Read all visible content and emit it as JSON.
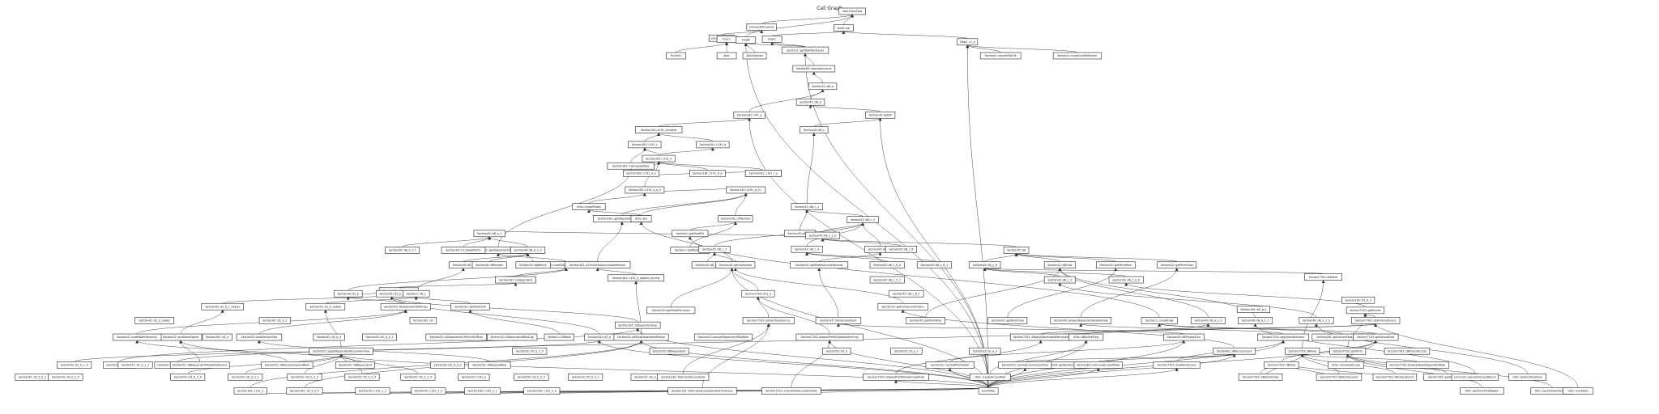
{
  "title": "Call Graph",
  "colors": {
    "edge": "#333333",
    "node_border": "#222222",
    "background": "#ffffff"
  },
  "nodes": [
    {
      "id": "n01",
      "label": "startCrossFlow"
    },
    {
      "id": "n02",
      "label": "startCore"
    },
    {
      "id": "n03",
      "label": "processToSuspend"
    },
    {
      "id": "n04",
      "label": "processResume"
    },
    {
      "id": "n05",
      "label": "Flow1_c1_a"
    },
    {
      "id": "n06",
      "label": "Func1"
    },
    {
      "id": "n07",
      "label": "FlowB"
    },
    {
      "id": "n08",
      "label": "FlowC"
    },
    {
      "id": "n09",
      "label": "Section1::getTaskAlertLevel"
    },
    {
      "id": "n10",
      "label": "Thread 1"
    },
    {
      "id": "n11",
      "label": "Alloc"
    },
    {
      "id": "n12",
      "label": "AllocSpecies"
    },
    {
      "id": "n13",
      "label": "Section1::convertToUnit"
    },
    {
      "id": "n14",
      "label": "Section1::countCoreToSection"
    },
    {
      "id": "n15",
      "label": "Section63::processIncome"
    },
    {
      "id": "n16",
      "label": "Section45::d8_a"
    },
    {
      "id": "n17",
      "label": "Section161::d71_a"
    },
    {
      "id": "n18",
      "label": "Section45::d8_b"
    },
    {
      "id": "n19",
      "label": "Section45::getd4"
    },
    {
      "id": "n20",
      "label": "Section45::d8_c"
    },
    {
      "id": "n21",
      "label": "Section161::c191_initialize"
    },
    {
      "id": "n22",
      "label": "Section161::c191_c"
    },
    {
      "id": "n23",
      "label": "Section161::c191_b"
    },
    {
      "id": "n24",
      "label": "Section161::c191_d"
    },
    {
      "id": "n25",
      "label": "Section161::hasCapabilities"
    },
    {
      "id": "n26",
      "label": "Section161::c191_d_a"
    },
    {
      "id": "n27",
      "label": "Section161::c191_d_b"
    },
    {
      "id": "n28",
      "label": "Section161::c191_d_c"
    },
    {
      "id": "n29",
      "label": "Section161::c191_f_a"
    },
    {
      "id": "n30",
      "label": "Section161::c191_d_a_0"
    },
    {
      "id": "n31",
      "label": "Utils::createMutex"
    },
    {
      "id": "n32",
      "label": "Section161::c191_d_0_f"
    },
    {
      "id": "n33",
      "label": "Section45::d8_c_1"
    },
    {
      "id": "n34",
      "label": "Section45::d8_b_1"
    },
    {
      "id": "n35",
      "label": "Section161::getAdjustedAccessLevel"
    },
    {
      "id": "n36",
      "label": "Utils::abs"
    },
    {
      "id": "n37",
      "label": "Section161::GMemory"
    },
    {
      "id": "n38",
      "label": "Section45::d8_c_2"
    },
    {
      "id": "n39",
      "label": "Section49::d8_a_1"
    },
    {
      "id": "n40",
      "label": "Section1::getRootFl0"
    },
    {
      "id": "n41",
      "label": "Section45::d8_c_2_0"
    },
    {
      "id": "n42",
      "label": "Section161::getDependentProvidLevel"
    },
    {
      "id": "n43",
      "label": "Section49::d8_b_1_f"
    },
    {
      "id": "n44",
      "label": "Section49::c2_baseEffects"
    },
    {
      "id": "n45",
      "label": "Section49::d8_b_1_0"
    },
    {
      "id": "n46",
      "label": "Section1::getRootFl0_b"
    },
    {
      "id": "n47",
      "label": "Section45::d8_c_3"
    },
    {
      "id": "n48",
      "label": "Section45::d8_c_4"
    },
    {
      "id": "n49",
      "label": "Section45::d8_c_5"
    },
    {
      "id": "n50",
      "label": "Section45::d8_c_6"
    },
    {
      "id": "n51",
      "label": "Section45::d8"
    },
    {
      "id": "n52",
      "label": "Section161::loadDependentReturnSeconds"
    },
    {
      "id": "n53",
      "label": "Section49::d8_b"
    },
    {
      "id": "n54",
      "label": "Section49::ifMember"
    },
    {
      "id": "n55",
      "label": "Section49::d8Return"
    },
    {
      "id": "n56",
      "label": "Section161::c191SectionAccessibleReturn"
    },
    {
      "id": "n57",
      "label": "Flow1::c7Flow"
    },
    {
      "id": "n58",
      "label": "Section45::d8_c_7"
    },
    {
      "id": "n59",
      "label": "Section45::getCompress"
    },
    {
      "id": "n60",
      "label": "Section45::getProfileAccessRecords"
    },
    {
      "id": "n61",
      "label": "Section45::d8_c_8_0"
    },
    {
      "id": "n62",
      "label": "Section45::d8_c_8_1"
    },
    {
      "id": "n63",
      "label": "Section45::d8_c_8"
    },
    {
      "id": "n64",
      "label": "Section42::d8Flow"
    },
    {
      "id": "n65",
      "label": "Section42::getPermRule"
    },
    {
      "id": "n66",
      "label": "Section42::getPermFlow"
    },
    {
      "id": "n67",
      "label": "Section45::d8_c_9"
    },
    {
      "id": "n68",
      "label": "Section45::d8_c_9_0"
    },
    {
      "id": "n69",
      "label": "Section161::isDependent"
    },
    {
      "id": "n70",
      "label": "Section42::isDependent"
    },
    {
      "id": "n71",
      "label": "Section49::d2_b"
    },
    {
      "id": "n72",
      "label": "Section52::d2_b_1"
    },
    {
      "id": "n73",
      "label": "Section1::d8_c"
    },
    {
      "id": "n74",
      "label": "Section161::c191_0_applies_access"
    },
    {
      "id": "n75",
      "label": "Section52::getSwitchAt"
    },
    {
      "id": "n76",
      "label": "Section42::isDependentWithCap"
    },
    {
      "id": "n77",
      "label": "Section52::d2_b_helper"
    },
    {
      "id": "n78",
      "label": "Section42::d2_b_1_helper"
    },
    {
      "id": "n79",
      "label": "Section53::getFlowPrincipals"
    },
    {
      "id": "n80",
      "label": "Section53::getCompressActions"
    },
    {
      "id": "n81",
      "label": "Section45::isRuleCompliant"
    },
    {
      "id": "n82",
      "label": "Section45::getPermRule"
    },
    {
      "id": "n83",
      "label": "Section42::getPermFlow"
    },
    {
      "id": "n84",
      "label": "Section42::alwaysDependentEnableFlow"
    },
    {
      "id": "n85",
      "label": "Section1::createFlow"
    },
    {
      "id": "n86",
      "label": "Section49::d8_a_1_0"
    },
    {
      "id": "n87",
      "label": "Section49::d8_a_1_1"
    },
    {
      "id": "n88",
      "label": "Section49::d8_a_1_2"
    },
    {
      "id": "n89",
      "label": "Section7703::getSched"
    },
    {
      "id": "n90",
      "label": "Section7703::sizeExit"
    },
    {
      "id": "n91",
      "label": "Section161::isDependentCap"
    },
    {
      "id": "n92",
      "label": "Section161::d2_b"
    },
    {
      "id": "n93",
      "label": "Section7703::d71_a"
    },
    {
      "id": "n94",
      "label": "Section7703::determineAccess"
    },
    {
      "id": "n95",
      "label": "Section161::d2"
    },
    {
      "id": "n96",
      "label": "Section42::d2_b_2"
    },
    {
      "id": "n97",
      "label": "Section42::d2_b_helper"
    },
    {
      "id": "n98",
      "label": "Section161::d2_b_2"
    },
    {
      "id": "n99",
      "label": "Section161::d2_b_3"
    },
    {
      "id": "m01",
      "label": "Section161::d2_a"
    },
    {
      "id": "m02",
      "label": "Section52::sizeMoveSpeed"
    },
    {
      "id": "m03",
      "label": "Section52::sizeModeHierarchy"
    },
    {
      "id": "m04",
      "label": "Section52::loadSectionSize"
    },
    {
      "id": "m05",
      "label": "Section42::d2_b_4"
    },
    {
      "id": "m06",
      "label": "Section52::d2_b_0_1"
    },
    {
      "id": "m07",
      "label": "Section52::isDependentOrPermitOfRule"
    },
    {
      "id": "m08",
      "label": "Section42::isDependentWithCap"
    },
    {
      "id": "m09",
      "label": "Section52::d2_b_3_0"
    },
    {
      "id": "m10",
      "label": "Section52::applyDependentAccessForFlow"
    },
    {
      "id": "m11",
      "label": "Section1::DMRole"
    },
    {
      "id": "m12",
      "label": "Section52::d8FlowDependentReturn"
    },
    {
      "id": "m13",
      "label": "Section53::d8Dependent"
    },
    {
      "id": "m14",
      "label": "Section52::alwaysDependentRuleRole"
    },
    {
      "id": "m15",
      "label": "Section52::d2_a"
    },
    {
      "id": "m16",
      "label": "Section52::d2_a_1"
    },
    {
      "id": "m17",
      "label": "Section53::d2_a_2"
    },
    {
      "id": "m18",
      "label": "Section7703::extractFlowSource"
    },
    {
      "id": "m19",
      "label": "Section7703::alwaysPrefixFlowHandlerImpl"
    },
    {
      "id": "m20",
      "label": "Section7703::ifApplyDependentRemoved"
    },
    {
      "id": "m21",
      "label": "Utils::d8ActiveFlow"
    },
    {
      "id": "m22",
      "label": "Section7703::d8Flow"
    },
    {
      "id": "m23",
      "label": "Section7703::getPerm"
    },
    {
      "id": "m24",
      "label": "Section7703::d8CheckAccess"
    },
    {
      "id": "m25",
      "label": "Section45::d8ProcessOut"
    },
    {
      "id": "m26",
      "label": "Section63::d8AccessCount"
    },
    {
      "id": "m27",
      "label": "Section7703::applyHostInteract"
    },
    {
      "id": "m28",
      "label": "Section161::getActiveFlowAccessLevel"
    },
    {
      "id": "m29",
      "label": "Section7703::getActiveFlow"
    },
    {
      "id": "m30",
      "label": "Section162::c192_2"
    },
    {
      "id": "m31",
      "label": "Section42::d2_b_1_0"
    },
    {
      "id": "m32",
      "label": "Section52::d2_b_1_1"
    },
    {
      "id": "m33",
      "label": "Common::loadDataFlowAccess"
    },
    {
      "id": "m34",
      "label": "Section52::d8DependentModeAndAccess"
    },
    {
      "id": "m35",
      "label": "Section52::d8AccessExposedRole"
    },
    {
      "id": "m36",
      "label": "Section52::d8Dependent"
    },
    {
      "id": "m37",
      "label": "Section52::d2_b_0_0"
    },
    {
      "id": "m38",
      "label": "Section52::d8SpecialRole"
    },
    {
      "id": "m39",
      "label": "Section52::d2_b_2_0"
    },
    {
      "id": "m40",
      "label": "Section52::d2_b_2_1"
    },
    {
      "id": "m41",
      "label": "Section52::d2_b_2_2"
    },
    {
      "id": "m42",
      "label": "Section52::d2_b_2_3"
    },
    {
      "id": "m43",
      "label": "Section52::d2_b_2_4"
    },
    {
      "id": "m44",
      "label": "Section52::c192_a"
    },
    {
      "id": "m45",
      "label": "Section52::d2_b_3_2"
    },
    {
      "id": "m46",
      "label": "Section52::d2_b_3_1"
    },
    {
      "id": "m47",
      "label": "Section52::d2_b_3_3"
    },
    {
      "id": "m48",
      "label": "Section162::c192_1"
    },
    {
      "id": "m49",
      "label": "Section161::d2_b_3_4"
    },
    {
      "id": "m50",
      "label": "Section52::c192_2_2"
    },
    {
      "id": "m51",
      "label": "Section52::c192_2_3"
    },
    {
      "id": "m52",
      "label": "Section162::c192_2_1"
    },
    {
      "id": "m53",
      "label": "Section162::c192_2_0"
    },
    {
      "id": "m54",
      "label": "Section161::fedCrossAccessFlow"
    },
    {
      "id": "m55",
      "label": "Section161::fedCrossAccessDomainForAccess"
    },
    {
      "id": "m56",
      "label": "Section7703::checkFlowAccessForRole"
    },
    {
      "id": "m57",
      "label": "Section7703::alwaysPrefixFlowAccessAuto"
    },
    {
      "id": "m58",
      "label": "Utils::createAccessPool"
    },
    {
      "id": "m59",
      "label": "Section42::getSectionAccess"
    },
    {
      "id": "m60",
      "label": "Section52::cachedPrefixStart"
    },
    {
      "id": "m61",
      "label": "Section53::cacheAccessGroupFlow"
    },
    {
      "id": "m62",
      "label": "Section63::c2GroupAccessMode"
    },
    {
      "id": "m63",
      "label": "Section7703::sizeRoleAccess"
    },
    {
      "id": "m64",
      "label": "Section7703::d8Flow"
    },
    {
      "id": "m65",
      "label": "Utils::compareAccess"
    },
    {
      "id": "m66",
      "label": "Section7703::alwaysApplyDependentRole"
    },
    {
      "id": "m67",
      "label": "Section161::getAccessPolicy"
    },
    {
      "id": "m68",
      "label": "Common::requestAccessReturn"
    },
    {
      "id": "m69",
      "label": "Utils::bytesCheckFlow"
    },
    {
      "id": "m70",
      "label": "Section7703::d8ActiveFlow"
    },
    {
      "id": "m71",
      "label": "Section7703::d8ActiveCount"
    },
    {
      "id": "m72",
      "label": "Section7703::d8CheckEvent"
    },
    {
      "id": "m73",
      "label": "Utils::abstractFlowRegion"
    },
    {
      "id": "m74",
      "label": "Utils::parseFlowsAndFlow"
    },
    {
      "id": "m75",
      "label": "Utils::iconState"
    },
    {
      "id": "m76",
      "label": "Section42::d2_b_0_1"
    },
    {
      "id": "m77",
      "label": "Section52::d2_b_2_5"
    },
    {
      "id": "m78",
      "label": "Section45::d8_c_5_1"
    },
    {
      "id": "m79",
      "label": "Section45::d8_c_6_1"
    },
    {
      "id": "m80",
      "label": "EventMap"
    }
  ],
  "edges": [
    [
      "n02",
      "n01"
    ],
    [
      "n03",
      "n01"
    ],
    [
      "n04",
      "n03"
    ],
    [
      "n06",
      "n04"
    ],
    [
      "n05",
      "n02"
    ],
    [
      "n07",
      "n01"
    ],
    [
      "n08",
      "n02"
    ],
    [
      "n10",
      "n06"
    ],
    [
      "n11",
      "n06"
    ],
    [
      "n12",
      "n07"
    ],
    [
      "n09",
      "n07"
    ],
    [
      "n09",
      "n08"
    ],
    [
      "n13",
      "n05"
    ],
    [
      "n14",
      "n05"
    ],
    [
      "n15",
      "n09"
    ],
    [
      "n16",
      "n15"
    ],
    [
      "n17",
      "n16"
    ],
    [
      "n18",
      "n16"
    ],
    [
      "n19",
      "n18"
    ],
    [
      "n20",
      "n19"
    ],
    [
      "n21",
      "n17"
    ],
    [
      "n22",
      "n21"
    ],
    [
      "n23",
      "n21"
    ],
    [
      "n24",
      "n22"
    ],
    [
      "n24",
      "n23"
    ],
    [
      "n25",
      "n22"
    ],
    [
      "n26",
      "n24"
    ],
    [
      "n27",
      "n24"
    ],
    [
      "n28",
      "n24"
    ],
    [
      "n29",
      "n26"
    ],
    [
      "n30",
      "n24"
    ],
    [
      "n32",
      "n30"
    ],
    [
      "n31",
      "n30"
    ],
    [
      "n33",
      "n20"
    ],
    [
      "n34",
      "n33"
    ],
    [
      "n35",
      "n32"
    ],
    [
      "n36",
      "n32"
    ],
    [
      "n37",
      "n32"
    ],
    [
      "n38",
      "n33"
    ],
    [
      "n39",
      "n34"
    ],
    [
      "n40",
      "n37"
    ],
    [
      "n41",
      "n38"
    ],
    [
      "n42",
      "n25"
    ],
    [
      "n43",
      "n39"
    ],
    [
      "n44",
      "n39"
    ],
    [
      "n45",
      "n39"
    ],
    [
      "n46",
      "n37"
    ],
    [
      "n47",
      "n38"
    ],
    [
      "n48",
      "n38"
    ],
    [
      "n49",
      "n38"
    ],
    [
      "n50",
      "n41"
    ],
    [
      "n51",
      "n41"
    ],
    [
      "n52",
      "n42"
    ],
    [
      "n53",
      "n45"
    ],
    [
      "n54",
      "n45"
    ],
    [
      "n55",
      "n45"
    ],
    [
      "n56",
      "n35"
    ],
    [
      "n57",
      "n36"
    ],
    [
      "n58",
      "n47"
    ],
    [
      "n59",
      "n47"
    ],
    [
      "n60",
      "n49"
    ],
    [
      "n61",
      "n48"
    ],
    [
      "n62",
      "n48"
    ],
    [
      "n63",
      "n51"
    ],
    [
      "n64",
      "n51"
    ],
    [
      "n65",
      "n51"
    ],
    [
      "n66",
      "n51"
    ],
    [
      "n67",
      "n63"
    ],
    [
      "n68",
      "n63"
    ],
    [
      "n69",
      "n52"
    ],
    [
      "n70",
      "n69"
    ],
    [
      "n71",
      "n52"
    ],
    [
      "n72",
      "n71"
    ],
    [
      "n73",
      "n53"
    ],
    [
      "n74",
      "n56"
    ],
    [
      "n75",
      "n73"
    ],
    [
      "n76",
      "n71"
    ],
    [
      "n77",
      "n73"
    ],
    [
      "n78",
      "n70"
    ],
    [
      "n79",
      "n57"
    ],
    [
      "n80",
      "n59"
    ],
    [
      "n81",
      "n60"
    ],
    [
      "n82",
      "n64"
    ],
    [
      "n83",
      "n65"
    ],
    [
      "n84",
      "n66"
    ],
    [
      "n85",
      "n40"
    ],
    [
      "n86",
      "n64"
    ],
    [
      "n87",
      "n64"
    ],
    [
      "n88",
      "n67"
    ],
    [
      "n89",
      "n68"
    ],
    [
      "n90",
      "n63"
    ],
    [
      "n93",
      "n57"
    ],
    [
      "n94",
      "n89"
    ],
    [
      "n91",
      "n72"
    ],
    [
      "n92",
      "n72"
    ],
    [
      "m02",
      "n78"
    ],
    [
      "m03",
      "n76"
    ],
    [
      "m04",
      "n76"
    ],
    [
      "m10",
      "n77"
    ],
    [
      "m11",
      "n75"
    ],
    [
      "m12",
      "n74"
    ],
    [
      "m18",
      "n93"
    ],
    [
      "m19",
      "n93"
    ],
    [
      "m20",
      "n94"
    ],
    [
      "m21",
      "n94"
    ],
    [
      "m22",
      "n90"
    ],
    [
      "m23",
      "n89"
    ],
    [
      "m25",
      "n81"
    ],
    [
      "m26",
      "n80"
    ],
    [
      "m27",
      "n84"
    ],
    [
      "m28",
      "n85"
    ],
    [
      "m29",
      "n85"
    ],
    [
      "m30",
      "n91"
    ],
    [
      "m31",
      "n92"
    ],
    [
      "m33",
      "n86"
    ],
    [
      "m34",
      "m02"
    ],
    [
      "m35",
      "m02"
    ],
    [
      "m36",
      "m03"
    ],
    [
      "m38",
      "m04"
    ],
    [
      "m39",
      "m10"
    ],
    [
      "m40",
      "m10"
    ],
    [
      "m41",
      "m10"
    ],
    [
      "m42",
      "m10"
    ],
    [
      "m43",
      "m10"
    ],
    [
      "m48",
      "m12"
    ],
    [
      "m49",
      "m12"
    ],
    [
      "m54",
      "m18"
    ],
    [
      "m55",
      "m18"
    ],
    [
      "m56",
      "m19"
    ],
    [
      "m57",
      "m20"
    ],
    [
      "m58",
      "m21"
    ],
    [
      "m60",
      "m25"
    ],
    [
      "m61",
      "m26"
    ],
    [
      "m62",
      "m26"
    ],
    [
      "m63",
      "m27"
    ],
    [
      "m64",
      "m29"
    ],
    [
      "m65",
      "m29"
    ],
    [
      "m66",
      "m22"
    ],
    [
      "m67",
      "m23"
    ],
    [
      "m68",
      "n87"
    ],
    [
      "m69",
      "n88"
    ],
    [
      "m70",
      "m22"
    ],
    [
      "m71",
      "m22"
    ],
    [
      "m72",
      "m22"
    ],
    [
      "m73",
      "m23"
    ],
    [
      "m74",
      "m23"
    ],
    [
      "m75",
      "n89"
    ],
    [
      "m80",
      "m12"
    ],
    [
      "m80",
      "m19"
    ],
    [
      "m80",
      "m21"
    ],
    [
      "m80",
      "m25"
    ],
    [
      "m80",
      "m26"
    ],
    [
      "m80",
      "m27"
    ],
    [
      "m80",
      "m29"
    ],
    [
      "m80",
      "n57"
    ],
    [
      "m80",
      "n09"
    ],
    [
      "m80",
      "n07"
    ],
    [
      "m80",
      "n05"
    ],
    [
      "m80",
      "n19"
    ],
    [
      "m80",
      "m56"
    ],
    [
      "m80",
      "m57"
    ],
    [
      "m80",
      "m60"
    ],
    [
      "m80",
      "m61"
    ],
    [
      "m80",
      "m62"
    ],
    [
      "m80",
      "m63"
    ],
    [
      "m80",
      "n91"
    ],
    [
      "m80",
      "n92"
    ],
    [
      "m80",
      "m10"
    ],
    [
      "m80",
      "m48"
    ],
    [
      "m80",
      "m49"
    ],
    [
      "m80",
      "m50"
    ],
    [
      "m80",
      "m51"
    ],
    [
      "m80",
      "m52"
    ],
    [
      "m80",
      "m53"
    ],
    [
      "m80",
      "n17"
    ],
    [
      "n36",
      "n31"
    ],
    [
      "m64",
      "m70"
    ],
    [
      "m64",
      "m71"
    ],
    [
      "m64",
      "m72"
    ]
  ]
}
